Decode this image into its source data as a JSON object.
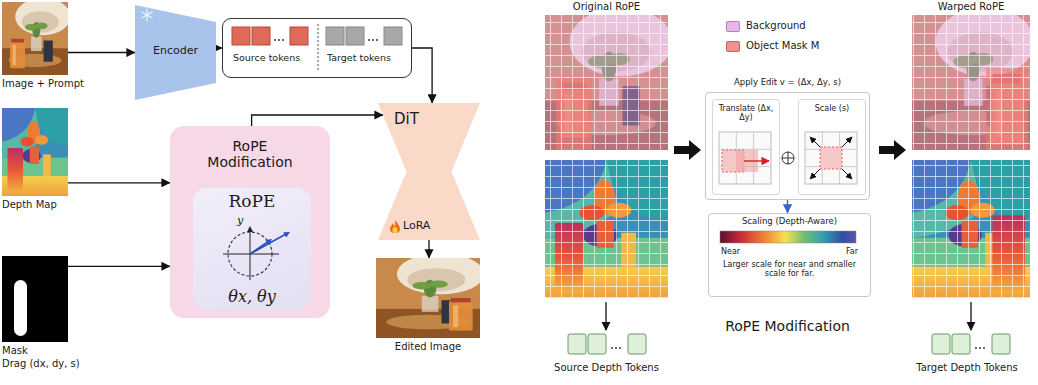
{
  "diagram": {
    "nodes": [
      {
        "text": [
          "Image + Prompt"
        ]
      },
      {
        "text": [
          "Encoder"
        ]
      },
      {
        "text": [
          "Source tokens",
          "Target tokens"
        ]
      },
      {
        "text": [
          "Depth Map"
        ]
      },
      {
        "text": [
          "Mask",
          "Drag (dx, dy, s)"
        ]
      },
      {
        "text": [
          "RoPE Modification"
        ]
      },
      {
        "text": [
          "RoPE",
          "y",
          "θx, θy"
        ],
        "in": 5
      },
      {
        "text": [
          "DiT",
          "LoRA"
        ]
      },
      {
        "text": [
          "Edited Image"
        ]
      },
      {
        "text": [
          "Apply Edit v = (Δx, Δy, s)"
        ]
      },
      {
        "text": [
          "Translate (Δx, Δy)"
        ],
        "in": 9
      },
      {
        "text": [
          "Scale (s)"
        ],
        "in": 9
      },
      {
        "text": [
          "Scaling (Depth-Aware)",
          "Near",
          "Far",
          "Larger scale for near and smaller scale for far."
        ]
      }
    ],
    "edges": [
      {
        "from": 0,
        "to": 1,
        "arrow": "to"
      },
      {
        "from": 1,
        "to": 2,
        "arrow": "to"
      },
      {
        "from": 2,
        "to": 7,
        "arrow": "to"
      },
      {
        "from": 3,
        "to": 5,
        "arrow": "to"
      },
      {
        "from": 4,
        "to": 5,
        "arrow": "to"
      },
      {
        "from": 5,
        "to": 7,
        "arrow": "to"
      },
      {
        "from": 7,
        "to": 8,
        "arrow": "to"
      },
      {
        "from": 9,
        "to": 12,
        "arrow": "to"
      }
    ],
    "labels": [
      "Original RoPE",
      "Warped RoPE",
      "RoPE Modification",
      "Source Depth Tokens",
      "Target Depth Tokens"
    ],
    "legend": [
      {
        "text": "Background",
        "color": "#e9b5ea"
      },
      {
        "text": "Object Mask M",
        "color": "#f2908c"
      }
    ]
  }
}
